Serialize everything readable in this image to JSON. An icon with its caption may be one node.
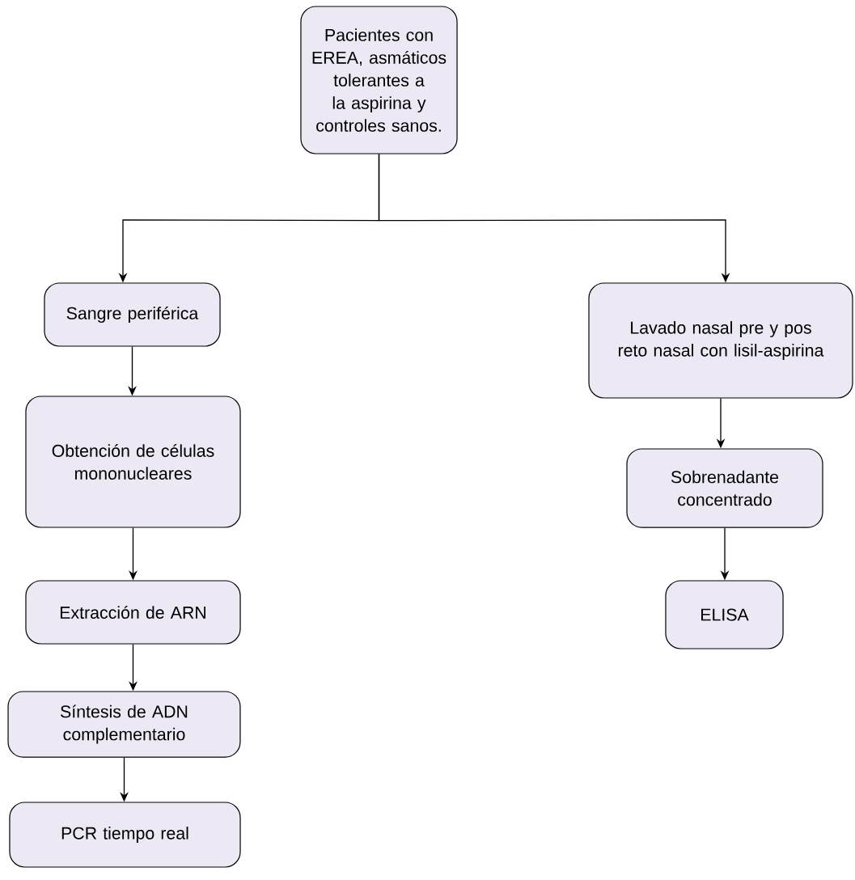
{
  "diagram": {
    "nodes": [
      {
        "text": [
          "Pacientes con EREA, asmáticos tolerantes a la aspirina  y controles sanos."
        ]
      },
      {
        "text": [
          "Sangre periférica"
        ]
      },
      {
        "text": [
          "Obtención de células mononucleares"
        ]
      },
      {
        "text": [
          "Extracción de ARN"
        ]
      },
      {
        "text": [
          "Síntesis de ADN complementario"
        ]
      },
      {
        "text": [
          "PCR tiempo real"
        ]
      },
      {
        "text": [
          "Lavado nasal pre y pos reto nasal con lisil-aspirina"
        ]
      },
      {
        "text": [
          "Sobrenadante concentrado"
        ]
      },
      {
        "text": [
          "ELISA"
        ]
      }
    ],
    "edges": [
      {
        "from": 0,
        "to": 1,
        "arrow": "to"
      },
      {
        "from": 0,
        "to": 6,
        "arrow": "to"
      },
      {
        "from": 1,
        "to": 2,
        "arrow": "to"
      },
      {
        "from": 2,
        "to": 3,
        "arrow": "to"
      },
      {
        "from": 3,
        "to": 4,
        "arrow": "to"
      },
      {
        "from": 4,
        "to": 5,
        "arrow": "to"
      },
      {
        "from": 6,
        "to": 7,
        "arrow": "to"
      },
      {
        "from": 7,
        "to": 8,
        "arrow": "to"
      }
    ]
  }
}
